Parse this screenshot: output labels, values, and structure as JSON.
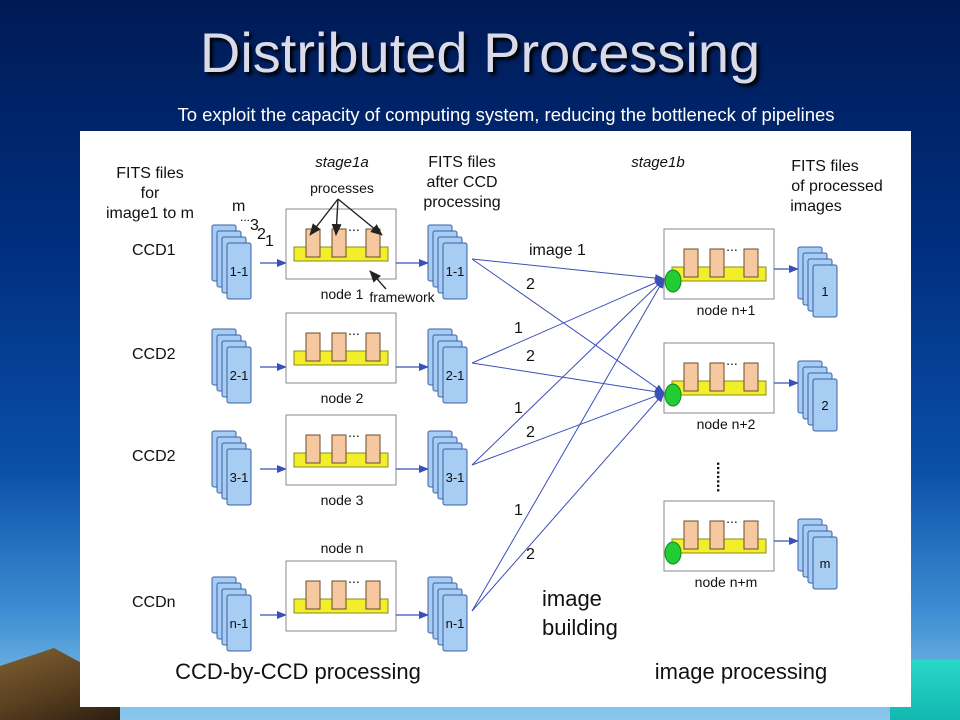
{
  "slide": {
    "title": "Distributed Processing",
    "subtitle": "To exploit the capacity of computing system, reducing the bottleneck of pipelines"
  },
  "diagram": {
    "header_left": [
      "FITS files",
      "for",
      "image1 to m"
    ],
    "header_stage1a": "stage1a",
    "header_mid": [
      "FITS files",
      "after CCD",
      "processing"
    ],
    "header_stage1b": "stage1b",
    "header_right": [
      "FITS files",
      "of processed",
      "images"
    ],
    "processes_label": "processes",
    "framework_label": "framework",
    "stack_indices": [
      "m",
      "...",
      "3",
      "2",
      "1"
    ],
    "ellipsis": "...",
    "vertical_ellipsis": ".......",
    "ccd_rows": [
      {
        "ccd": "CCD1",
        "file": "1-1",
        "node": "node 1"
      },
      {
        "ccd": "CCD2",
        "file": "2-1",
        "node": "node 2"
      },
      {
        "ccd": "CCD2",
        "file": "3-1",
        "node": "node 3"
      },
      {
        "ccd": "CCDn",
        "file": "n-1",
        "node": "node n"
      }
    ],
    "image_nodes": [
      {
        "node": "node n+1",
        "output": "1"
      },
      {
        "node": "node n+2",
        "output": "2"
      },
      {
        "node": "node n+m",
        "output": "m"
      }
    ],
    "arrow_labels": {
      "image1": "image 1",
      "a1": "2",
      "b1": "1",
      "b2": "2",
      "c1": "1",
      "c2": "2",
      "d1": "1",
      "d2": "2"
    },
    "image_building": [
      "image",
      "building"
    ],
    "footer_left": "CCD-by-CCD processing",
    "footer_right": "image processing"
  }
}
